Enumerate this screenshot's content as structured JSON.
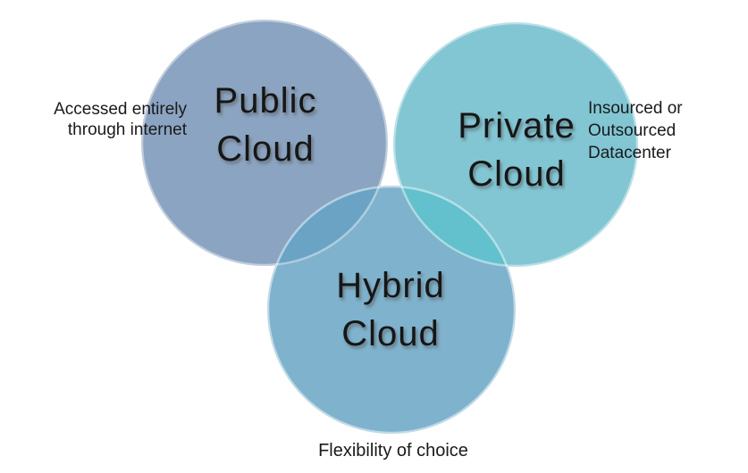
{
  "diagram": {
    "type": "venn",
    "background": "#ffffff",
    "text_color": "#1a1a1a",
    "circles": {
      "public": {
        "label": "Public\nCloud",
        "fill": "#8BA4C1",
        "annotation": "Accessed entirely\nthrough internet"
      },
      "private": {
        "label": "Private\nCloud",
        "fill": "#82C6D4",
        "annotation": "Insourced or\nOutsourced\nDatacenter"
      },
      "hybrid": {
        "label": "Hybrid\nCloud",
        "fill": "#7FB2CC",
        "annotation": "Flexibility of choice"
      }
    },
    "overlaps": {
      "public_hybrid": "#6AA3C4",
      "private_hybrid": "#63C0CD"
    },
    "rim_color": "#FFFFFF"
  }
}
